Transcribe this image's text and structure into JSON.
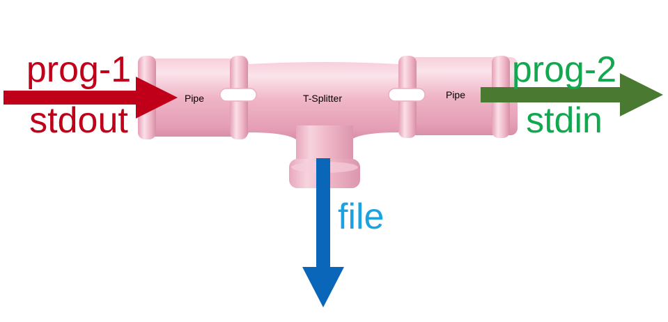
{
  "labels": {
    "input_top": "prog-1",
    "input_bottom": "stdout",
    "output_top": "prog-2",
    "output_bottom": "stdin",
    "branch": "file",
    "pipe_left": "Pipe",
    "splitter": "T-Splitter",
    "pipe_right": "Pipe"
  },
  "colors": {
    "input": "#c00018",
    "output_text": "#12a84f",
    "output_arrow": "#4a7a32",
    "branch_text": "#1aa3e0",
    "branch_arrow": "#0a66b8",
    "pipe": "#f1bccd",
    "pipe_dark": "#d997ad",
    "pipe_light": "#fbdde7"
  },
  "icons": {
    "input_arrow": "arrow-right-icon",
    "output_arrow": "arrow-right-icon",
    "branch_arrow": "arrow-down-icon"
  }
}
